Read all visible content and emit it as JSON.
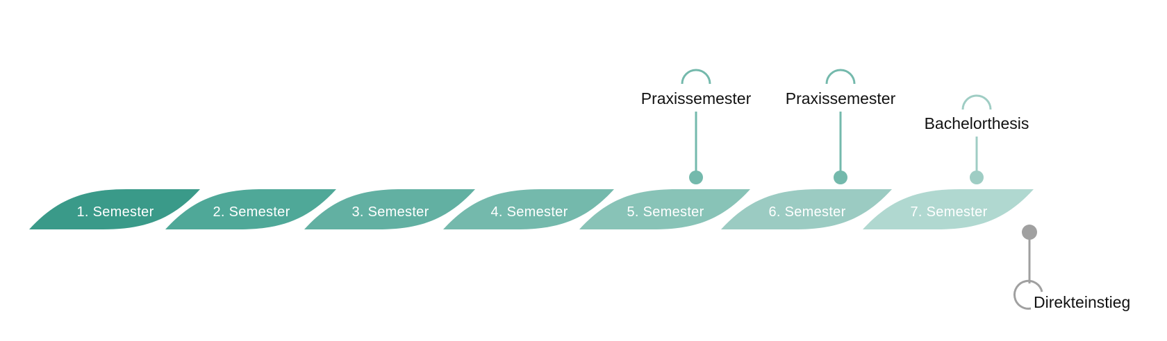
{
  "diagram": {
    "semesters": [
      {
        "label": "1. Semester",
        "color": "#3a9a89"
      },
      {
        "label": "2. Semester",
        "color": "#4fa898"
      },
      {
        "label": "3. Semester",
        "color": "#62b0a2"
      },
      {
        "label": "4. Semester",
        "color": "#74b9ac"
      },
      {
        "label": "5. Semester",
        "color": "#88c3b7"
      },
      {
        "label": "6. Semester",
        "color": "#9bcbc2"
      },
      {
        "label": "7. Semester",
        "color": "#b0d8d0"
      }
    ],
    "milestones": [
      {
        "label": "Praxissemester",
        "semester": 5,
        "color": "#74b9ac",
        "direction": "up"
      },
      {
        "label": "Praxissemester",
        "semester": 6,
        "color": "#74b9ac",
        "direction": "up"
      },
      {
        "label": "Bachelorthesis",
        "semester": 7,
        "color": "#9fcdc4",
        "direction": "up-short"
      }
    ],
    "entry": {
      "label": "Direkteinstieg",
      "color": "#a0a0a0",
      "direction": "down"
    }
  }
}
